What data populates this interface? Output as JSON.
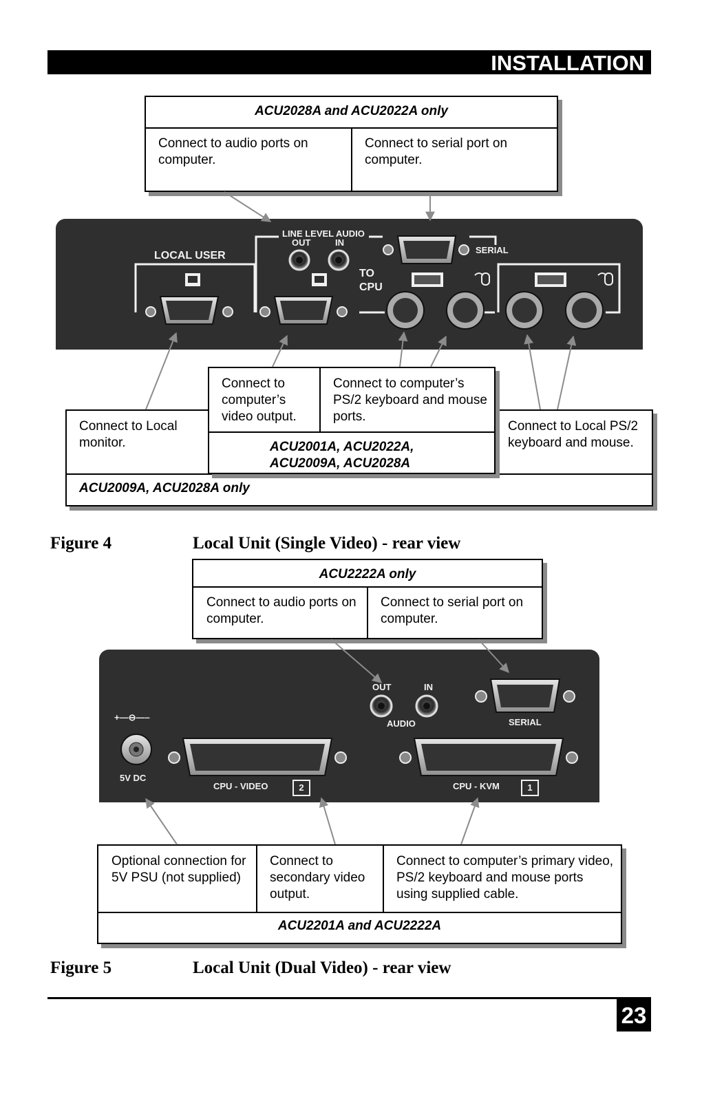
{
  "header": {
    "title": "INSTALLATION"
  },
  "figure4": {
    "top_box": {
      "title": "ACU2028A and ACU2022A only",
      "audio_text": "Connect to audio ports on computer.",
      "serial_text": "Connect to serial port on computer."
    },
    "panel": {
      "local_user": "LOCAL USER",
      "line_level_audio": "LINE LEVEL AUDIO",
      "out": "OUT",
      "in": "IN",
      "to_cpu": "TO\nCPU",
      "serial": "SERIAL"
    },
    "bottom": {
      "monitor_text": "Connect to Local monitor.",
      "video_text": "Connect to computer’s video output.",
      "ps2_text": "Connect to computer’s PS/2 keyboard and mouse ports.",
      "middle_models": "ACU2001A, ACU2022A, ACU2009A, ACU2028A",
      "local_ps2_text": "Connect to Local PS/2 keyboard and mouse.",
      "bottom_models": "ACU2009A, ACU2028A only"
    },
    "number": "Figure 4",
    "caption": "Local Unit (Single Video) - rear view"
  },
  "figure5": {
    "top_box": {
      "title": "ACU2222A only",
      "audio_text": "Connect to audio ports on computer.",
      "serial_text": "Connect to serial port on computer."
    },
    "panel": {
      "out": "OUT",
      "in": "IN",
      "audio": "AUDIO",
      "serial": "SERIAL",
      "power_symbol": "+—⊖—–",
      "dc": "5V DC",
      "cpu_video": "CPU - VIDEO",
      "cpu_video_num": "2",
      "cpu_kvm": "CPU - KVM",
      "cpu_kvm_num": "1"
    },
    "bottom": {
      "psu_text": "Optional connection for 5V PSU (not supplied)",
      "secondary_text": "Connect to secondary video output.",
      "primary_text": "Connect to computer’s primary video, PS/2 keyboard and mouse ports using supplied cable.",
      "models": "ACU2201A and ACU2222A"
    },
    "number": "Figure 5",
    "caption": "Local Unit (Dual Video) - rear view"
  },
  "page_number": "23"
}
